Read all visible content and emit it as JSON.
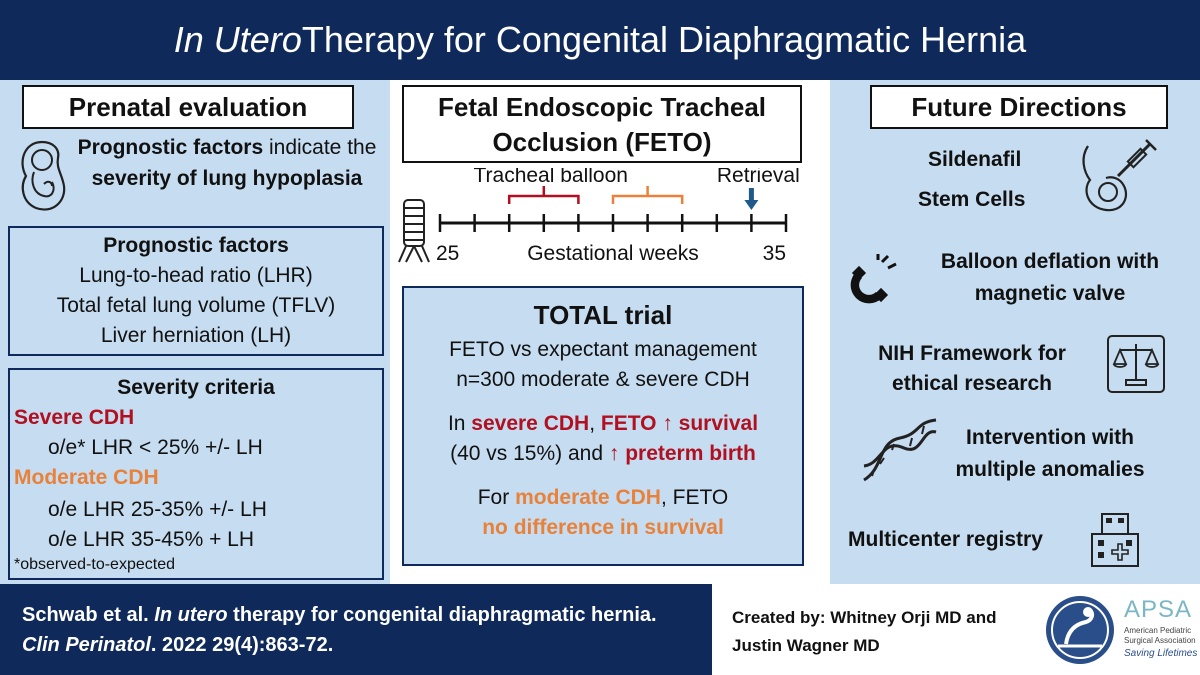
{
  "header": {
    "title_italic": "In Utero",
    "title_rest": " Therapy for Congenital Diaphragmatic Hernia"
  },
  "left": {
    "section_title": "Prenatal evaluation",
    "intro": {
      "part1": "Prognostic factors",
      "part2": " indicate the ",
      "part3": "severity of lung hypoplasia"
    },
    "prognostic": {
      "heading": "Prognostic factors",
      "items": [
        "Lung-to-head ratio (LHR)",
        "Total fetal lung volume (TFLV)",
        "Liver herniation (LH)"
      ]
    },
    "severity": {
      "heading": "Severity criteria",
      "severe_label": "Severe CDH",
      "severe_item": "o/e* LHR < 25% +/- LH",
      "moderate_label": "Moderate CDH",
      "moderate_items": [
        "o/e LHR 25-35% +/- LH",
        "o/e LHR 35-45% + LH"
      ],
      "footnote": "*observed-to-expected"
    }
  },
  "middle": {
    "section_title": "Fetal Endoscopic Tracheal Occlusion (FETO)",
    "timeline": {
      "balloon_label": "Tracheal balloon",
      "retrieval_label": "Retrieval",
      "start": "25",
      "end": "35",
      "axis_label": "Gestational weeks",
      "ticks": 11
    },
    "trial": {
      "heading": "TOTAL trial",
      "line1": "FETO vs expectant management",
      "line2": "n=300 moderate & severe CDH",
      "r1_a": "In ",
      "r1_b": "severe CDH",
      "r1_c": ", ",
      "r1_d": "FETO ↑ survival",
      "r2_a": "(40 vs 15%) and ",
      "r2_b": "↑ preterm birth",
      "r3_a": "For ",
      "r3_b": "moderate CDH",
      "r3_c": ", FETO",
      "r4": "no difference in survival"
    }
  },
  "right": {
    "section_title": "Future Directions",
    "items": {
      "sildenafil": "Sildenafil",
      "stem_cells": "Stem Cells",
      "balloon_1": "Balloon deflation with",
      "balloon_2": "magnetic valve",
      "nih_1": "NIH Framework for",
      "nih_2": "ethical research",
      "interv_1": "Intervention with",
      "interv_2": "multiple anomalies",
      "registry": "Multicenter registry"
    }
  },
  "footer": {
    "citation_1a": "Schwab et al. ",
    "citation_1b": "In utero",
    "citation_1c": " therapy for congenital diaphragmatic hernia.",
    "citation_2a": "Clin Perinatol",
    "citation_2b": ". 2022 29(4):863-72.",
    "created_1": "Created by: Whitney Orji MD and",
    "created_2": "Justin Wagner MD",
    "logo_name": "APSA",
    "logo_sub1": "American Pediatric",
    "logo_sub2": "Surgical Association",
    "logo_tag": "Saving Lifetimes"
  },
  "colors": {
    "navy": "#0f2a5a",
    "panel": "#c6dcf0",
    "red": "#b01020",
    "orange": "#e8823a",
    "arrow": "#1f5a8a"
  }
}
